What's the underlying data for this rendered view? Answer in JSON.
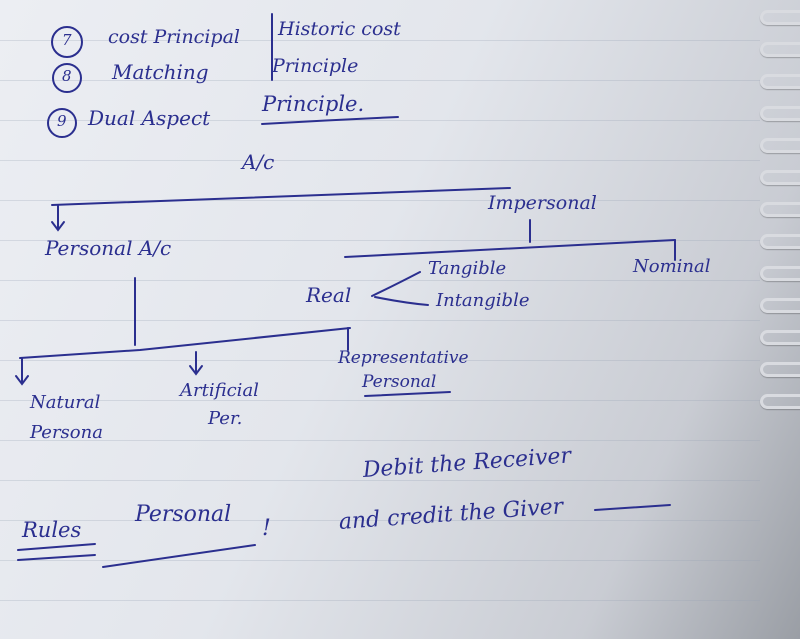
{
  "principles": [
    {
      "number": "7",
      "text": "cost Principal",
      "alt": "Historic cost"
    },
    {
      "number": "8",
      "text": "Matching",
      "alt": "Principle"
    },
    {
      "number": "9",
      "text": "Dual Aspect",
      "alt": "Principle."
    }
  ],
  "tree": {
    "root": "A/c",
    "personal": "Personal A/c",
    "impersonal": "Impersonal",
    "real": "Real",
    "tangible": "Tangible",
    "intangible": "Intangible",
    "nominal": "Nominal",
    "natural": [
      "Natural",
      "Persona"
    ],
    "artificial": [
      "Artificial",
      "Per."
    ],
    "representative": [
      "Representative",
      "Personal"
    ]
  },
  "rules": {
    "label": "Rules",
    "title": "Personal",
    "mark": "!",
    "line1": "Debit the Receiver",
    "line2": "and credit the Giver"
  },
  "colors": {
    "ink": "#2b2f8f",
    "paper": "#e6e8ee"
  }
}
